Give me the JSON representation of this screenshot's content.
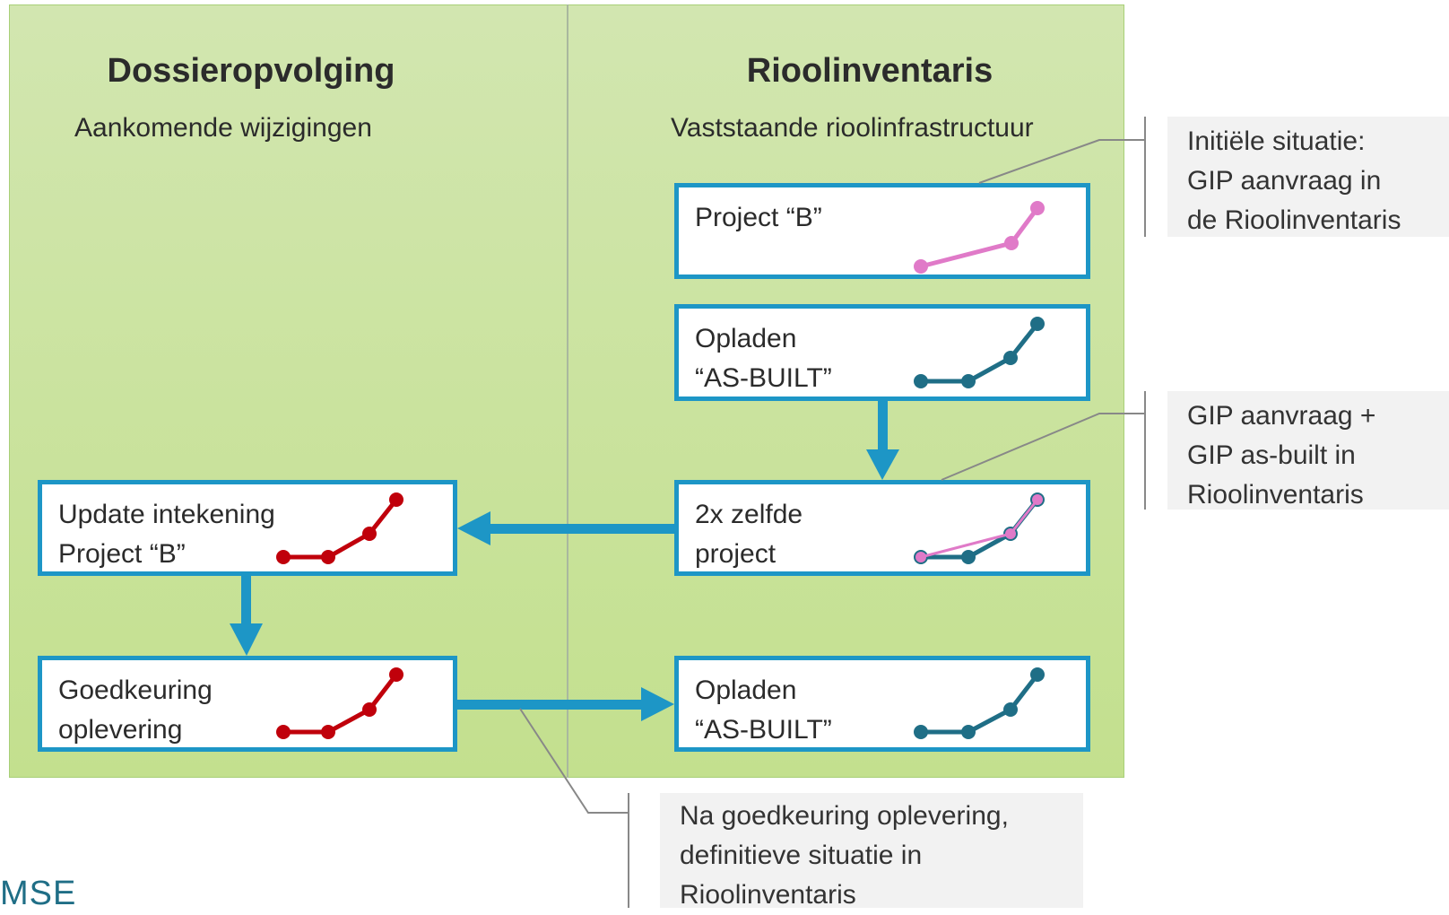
{
  "left_column": {
    "title": "Dossieropvolging",
    "subtitle": "Aankomende wijzigingen"
  },
  "right_column": {
    "title": "Rioolinventaris",
    "subtitle": "Vaststaande rioolinfrastructuur"
  },
  "boxes": {
    "project_b": {
      "line1": "Project “B”",
      "line2": ""
    },
    "upload_asbuilt_1": {
      "line1": "Opladen",
      "line2": "“AS-BUILT”"
    },
    "same_project": {
      "line1": "2x zelfde",
      "line2": "project"
    },
    "update_drawing": {
      "line1": "Update intekening",
      "line2": "Project “B”"
    },
    "approval": {
      "line1": "Goedkeuring",
      "line2": "oplevering"
    },
    "upload_asbuilt_2": {
      "line1": "Opladen",
      "line2": "“AS-BUILT”"
    }
  },
  "notes": {
    "initial": {
      "line1": "Initiële situatie:",
      "line2": "GIP aanvraag in",
      "line3": "de Rioolinventaris"
    },
    "both": {
      "line1": "GIP aanvraag +",
      "line2": "GIP as-built in",
      "line3": "Rioolinventaris"
    },
    "final": {
      "line1": "Na goedkeuring oplevering,",
      "line2": "definitieve situatie in",
      "line3": "Rioolinventaris"
    }
  },
  "logo_text": "MSE",
  "colors": {
    "arrow": "#1d96c6",
    "pink_line": "#e07ac8",
    "teal_line": "#1f6e86",
    "red_line": "#c0000b",
    "panel_green": "#c8e29e"
  }
}
